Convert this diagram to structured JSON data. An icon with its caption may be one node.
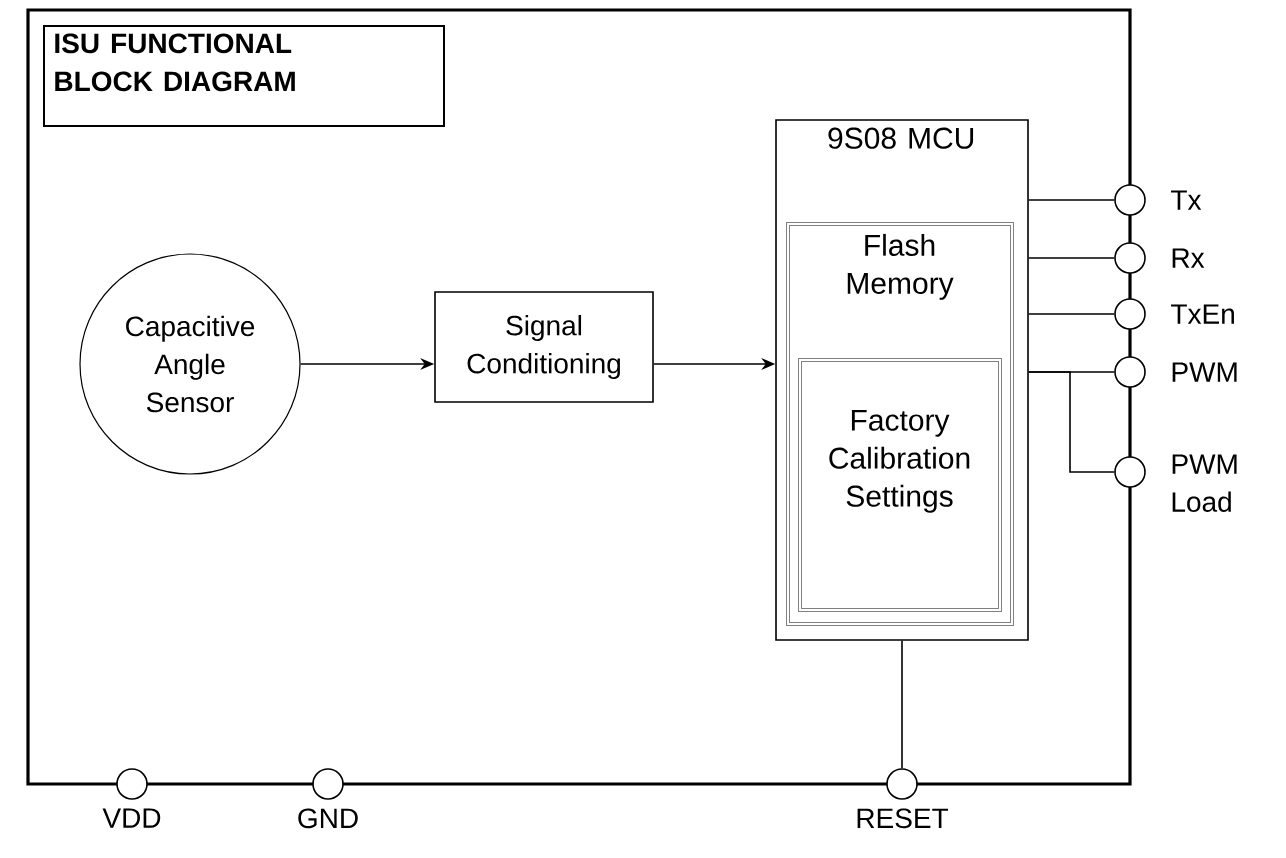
{
  "diagram": {
    "nodes": [
      {
        "text": [],
        "shape": "box"
      },
      {
        "text": [
          "ISU FUNCTIONAL BLOCK DIAGRAM"
        ],
        "in": 0
      },
      {
        "text": [
          "Capacitive Angle Sensor"
        ],
        "in": 0
      },
      {
        "text": [
          "Signal Conditioning"
        ],
        "in": 0
      },
      {
        "text": [
          "9S08 MCU"
        ],
        "in": 0
      },
      {
        "text": [
          "Flash Memory"
        ],
        "in": 4
      },
      {
        "text": [
          "Factory Calibration Settings"
        ],
        "in": 5
      },
      {
        "text": [],
        "shape": "circle",
        "beside": [
          "Tx"
        ]
      },
      {
        "text": [],
        "shape": "circle",
        "beside": [
          "Rx"
        ]
      },
      {
        "text": [],
        "shape": "circle",
        "beside": [
          "TxEn"
        ]
      },
      {
        "text": [],
        "shape": "circle",
        "beside": [
          "PWM"
        ]
      },
      {
        "text": [],
        "shape": "circle",
        "beside": [
          "PWM Load"
        ]
      },
      {
        "text": [],
        "shape": "circle",
        "beside": [
          "VDD"
        ]
      },
      {
        "text": [],
        "shape": "circle",
        "beside": [
          "GND"
        ]
      },
      {
        "text": [],
        "shape": "circle",
        "beside": [
          "RESET"
        ]
      }
    ],
    "edges": [
      {
        "from": 2,
        "to": 3,
        "arrow": "to"
      },
      {
        "from": 3,
        "to": 4,
        "arrow": "to"
      },
      {
        "from": 4,
        "to": 7,
        "arrow": "none"
      },
      {
        "from": 4,
        "to": 8,
        "arrow": "none"
      },
      {
        "from": 4,
        "to": 9,
        "arrow": "none"
      },
      {
        "from": 4,
        "to": 10,
        "arrow": "none"
      },
      {
        "from": 4,
        "to": 11,
        "arrow": "none"
      },
      {
        "from": 4,
        "to": 14,
        "arrow": "none"
      }
    ]
  }
}
